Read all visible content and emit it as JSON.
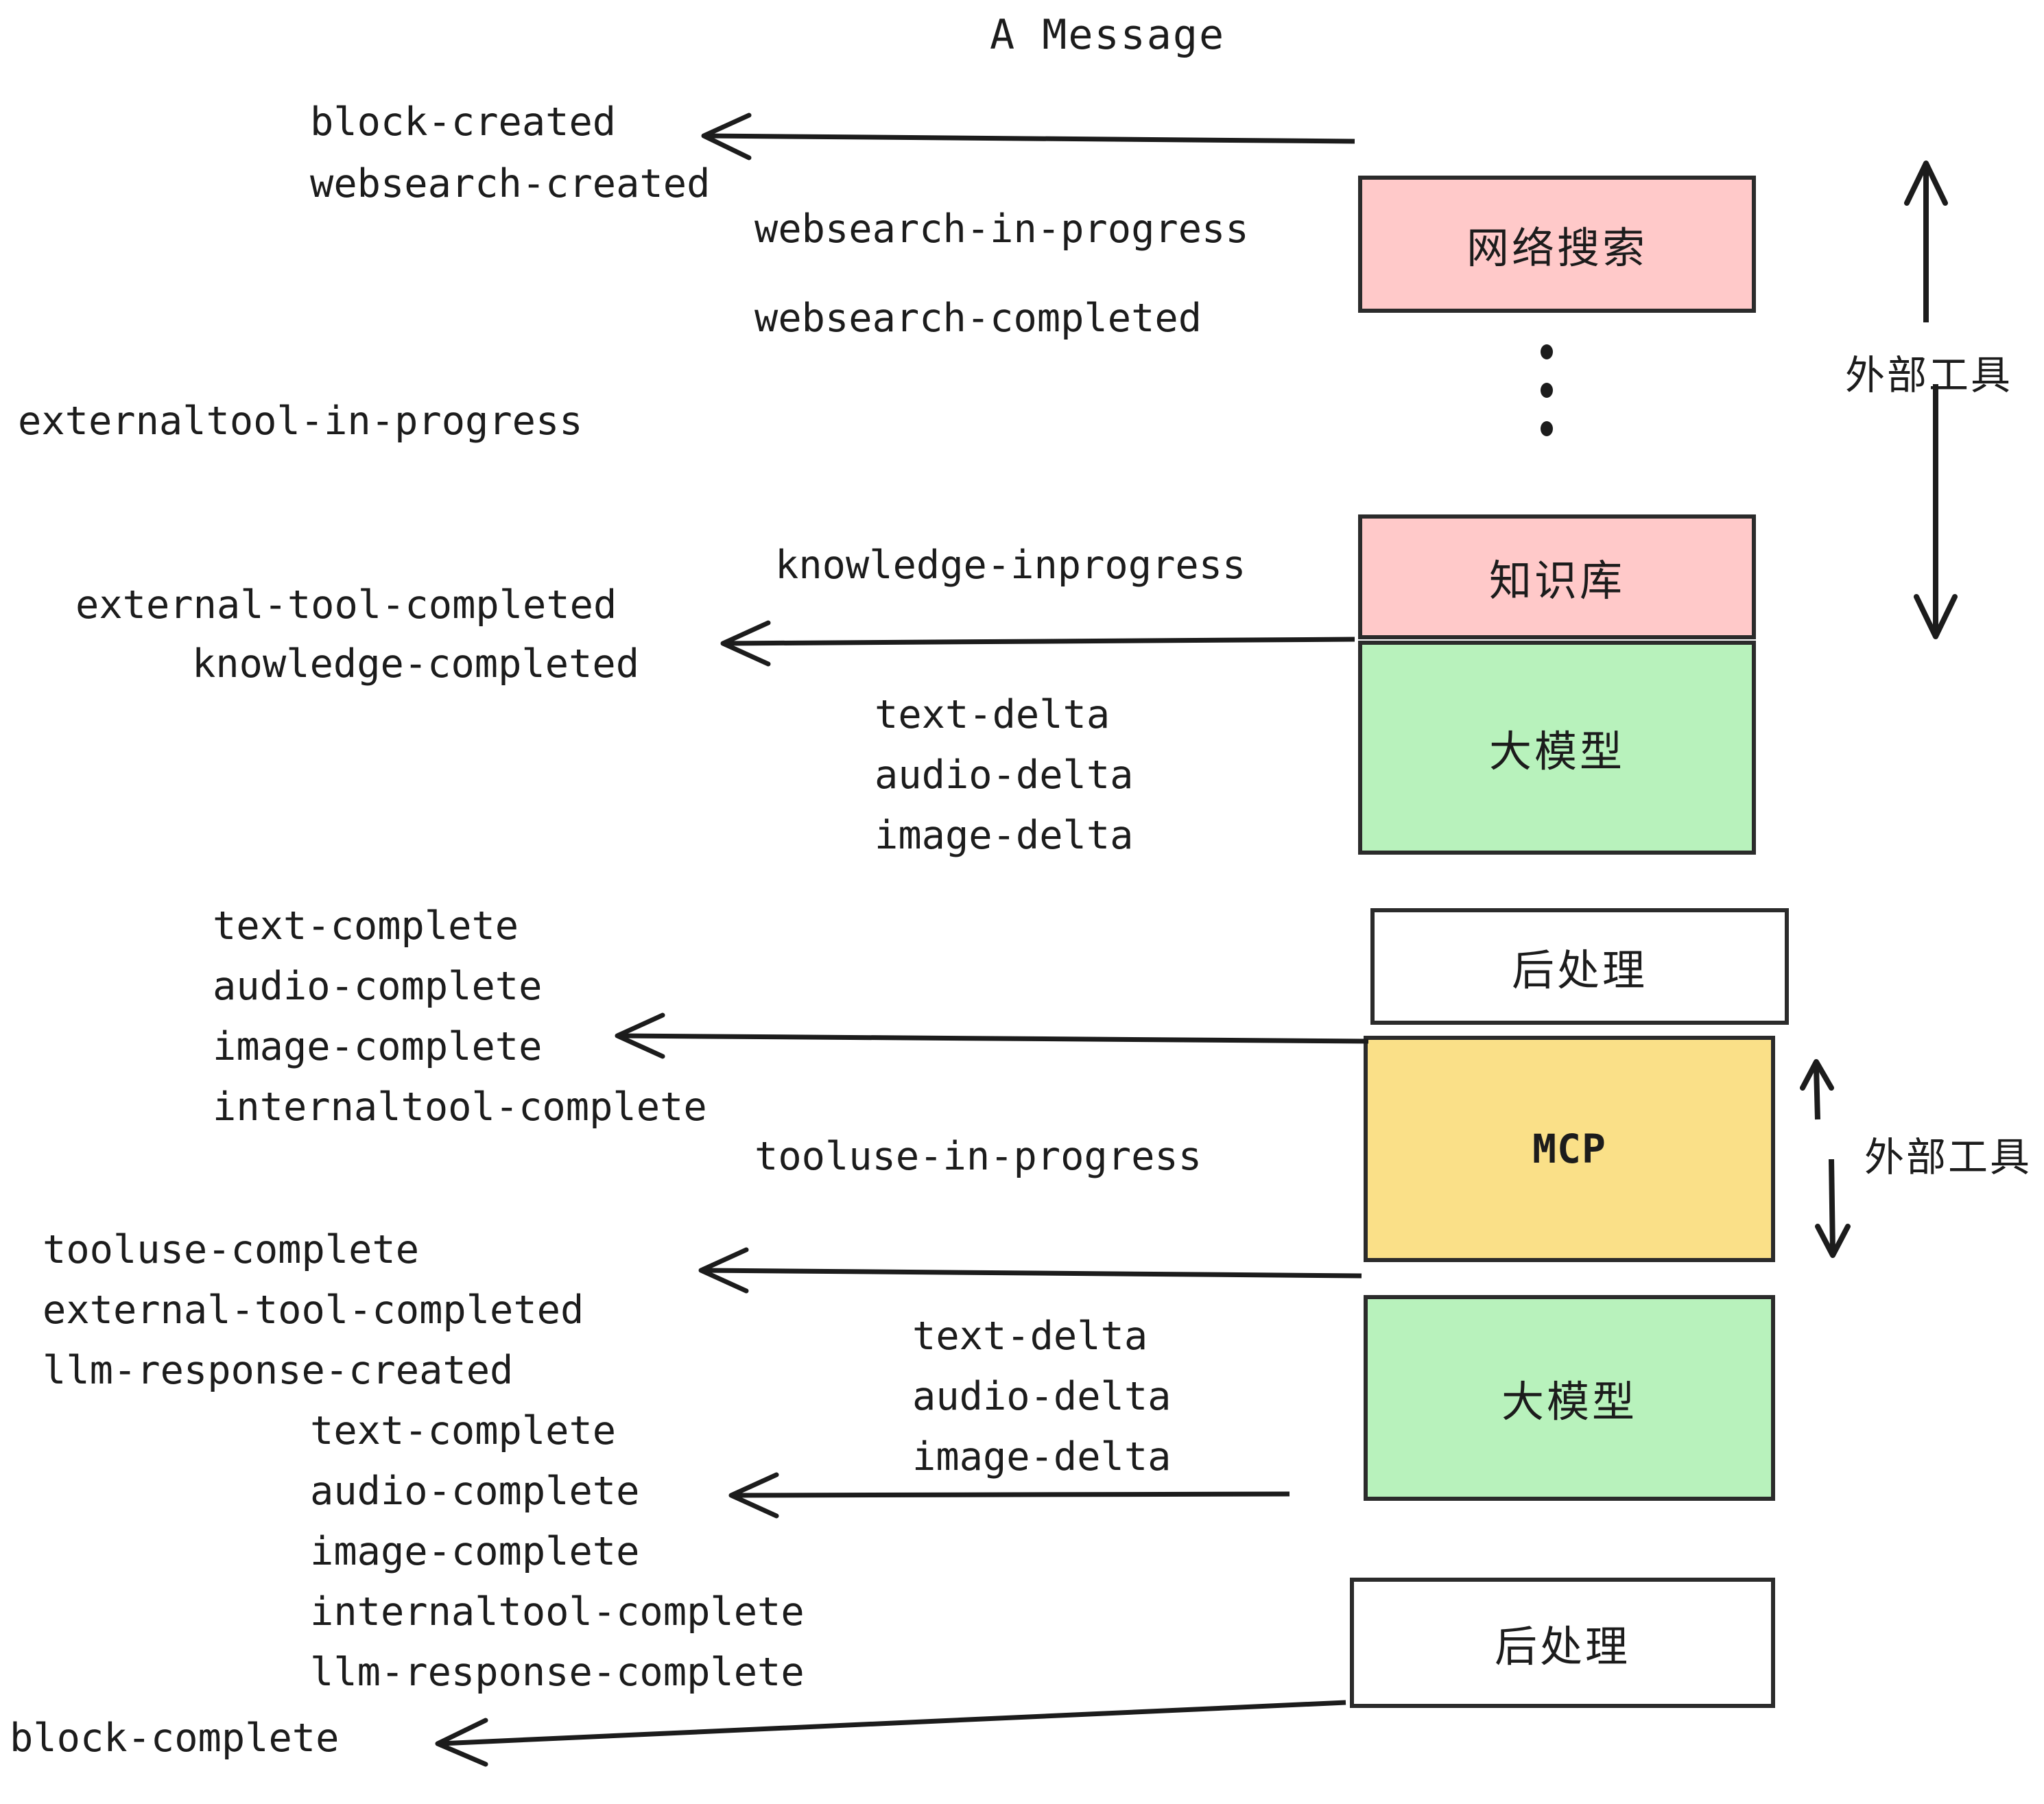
{
  "title": "A Message",
  "colors": {
    "pink": "#FFC9C9",
    "green": "#B8F2BC",
    "yellow": "#FAE088",
    "white": "#FFFFFF",
    "stroke": "#2B2B2B",
    "text": "#1C1C1C"
  },
  "boxes": [
    {
      "id": "websearch",
      "label": "网络搜索",
      "fill": "#FFC9C9"
    },
    {
      "id": "knowledge",
      "label": "知识库",
      "fill": "#FFC9C9"
    },
    {
      "id": "llm-1",
      "label": "大模型",
      "fill": "#B8F2BC"
    },
    {
      "id": "postprocess-1",
      "label": "后处理",
      "fill": "#FFFFFF"
    },
    {
      "id": "mcp",
      "label": "MCP",
      "fill": "#FAE088"
    },
    {
      "id": "llm-2",
      "label": "大模型",
      "fill": "#B8F2BC"
    },
    {
      "id": "postprocess-2",
      "label": "后处理",
      "fill": "#FFFFFF"
    }
  ],
  "side_labels": [
    {
      "id": "external-tools-top",
      "label": "外部工具"
    },
    {
      "id": "external-tools-bottom",
      "label": "外部工具"
    }
  ],
  "events": {
    "block_created": "block-created",
    "websearch_created": "websearch-created",
    "websearch_in_progress": "websearch-in-progress",
    "websearch_completed": "websearch-completed",
    "externaltool_in_progress": "externaltool-in-progress",
    "knowledge_inprogress": "knowledge-inprogress",
    "external_tool_completed": "external-tool-completed",
    "knowledge_completed": "knowledge-completed",
    "text_delta_1": "text-delta",
    "audio_delta_1": "audio-delta",
    "image_delta_1": "image-delta",
    "text_complete_1": "text-complete",
    "audio_complete_1": "audio-complete",
    "image_complete_1": "image-complete",
    "internaltool_complete_1": "internaltool-complete",
    "tooluse_in_progress": "tooluse-in-progress",
    "tooluse_complete": "tooluse-complete",
    "external_tool_completed_2": "external-tool-completed",
    "llm_response_created": "llm-response-created",
    "text_delta_2": "text-delta",
    "audio_delta_2": "audio-delta",
    "image_delta_2": "image-delta",
    "text_complete_2": "text-complete",
    "audio_complete_2": "audio-complete",
    "image_complete_2": "image-complete",
    "internaltool_complete_2": "internaltool-complete",
    "llm_response_complete": "llm-response-complete",
    "block_complete": "block-complete"
  }
}
